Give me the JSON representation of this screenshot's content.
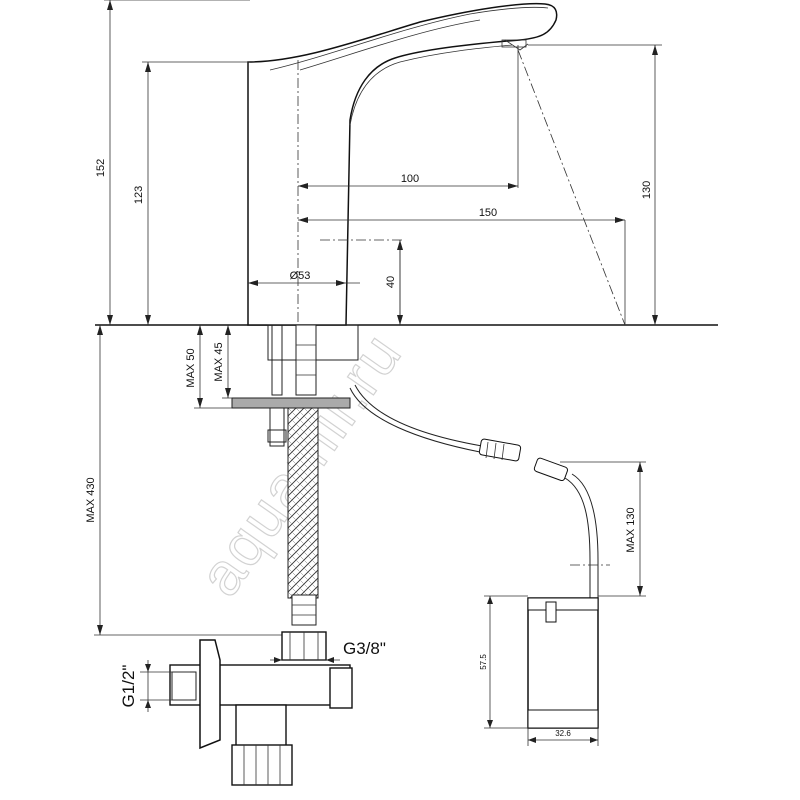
{
  "dimensions": {
    "height_total": "152",
    "height_body": "123",
    "sensor_reach": "100",
    "outlet_height": "130",
    "spout_reach": "150",
    "base_diameter": "Ø53",
    "base_height": "40",
    "max_50": "MAX 50",
    "max_45": "MAX 45",
    "max_430": "MAX 430",
    "max_130": "MAX 130",
    "box_height": "57.5",
    "box_width": "32.6"
  },
  "threads": {
    "inlet": "G1/2\"",
    "hose": "G3/8\""
  },
  "watermark": "aquamir.ru"
}
